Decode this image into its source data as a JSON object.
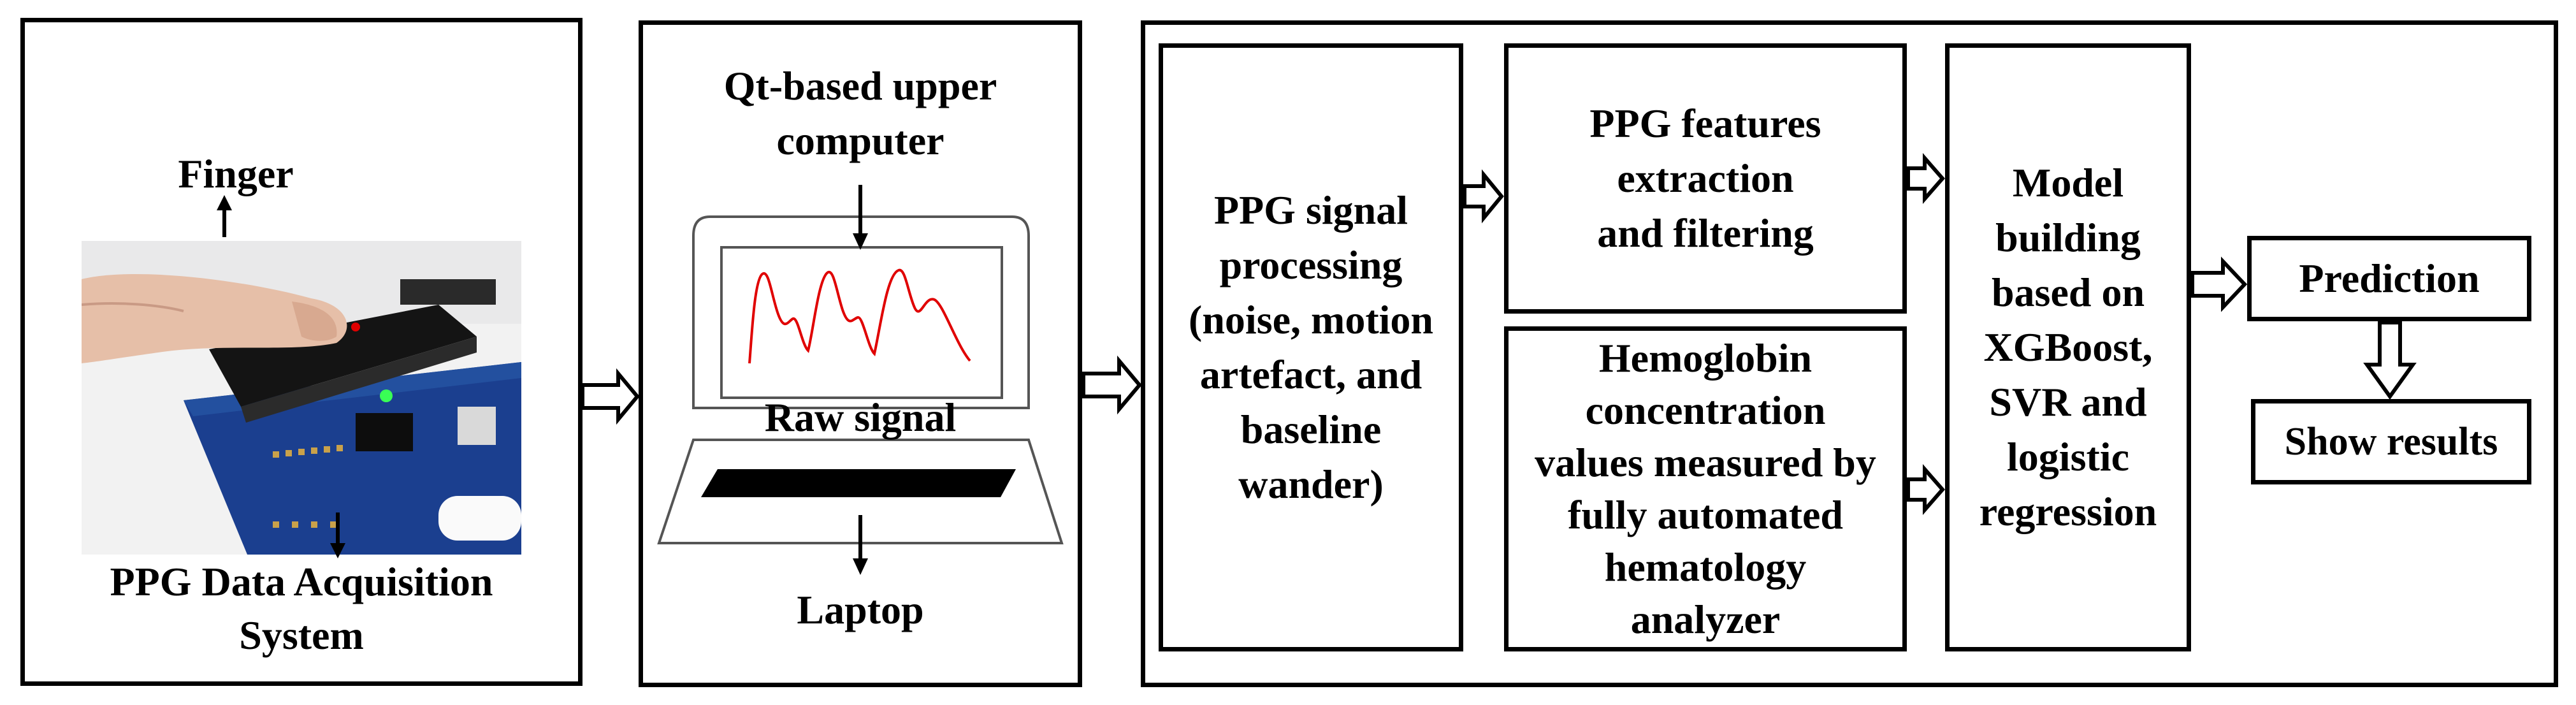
{
  "panel1": {
    "finger_label": "Finger",
    "title_line1": "PPG Data Acquisition",
    "title_line2": "System"
  },
  "panel2": {
    "top_line1": "Qt-based upper",
    "top_line2": "computer",
    "screen_label": "Raw signal",
    "bottom_label": "Laptop"
  },
  "panel3": {
    "processing": [
      "PPG signal",
      "processing",
      "(noise, motion",
      "artefact, and",
      "baseline",
      "wander)"
    ],
    "features": [
      "PPG features",
      "extraction",
      "and filtering"
    ],
    "hemoglobin": [
      "Hemoglobin",
      "concentration",
      "values measured by",
      "fully automated",
      "hematology",
      "analyzer"
    ],
    "model": [
      "Model",
      "building",
      "based on",
      "XGBoost,",
      "SVR and",
      "logistic",
      "regression"
    ],
    "prediction": "Prediction",
    "results": "Show results"
  },
  "colors": {
    "stroke": "#000000",
    "signal": "#e00000",
    "board": "#1b3f8f",
    "skin": "#e6bfa8"
  },
  "icons": {
    "hollow_arrow": "hollow-arrow-icon",
    "pointer_arrow": "arrow-icon"
  }
}
